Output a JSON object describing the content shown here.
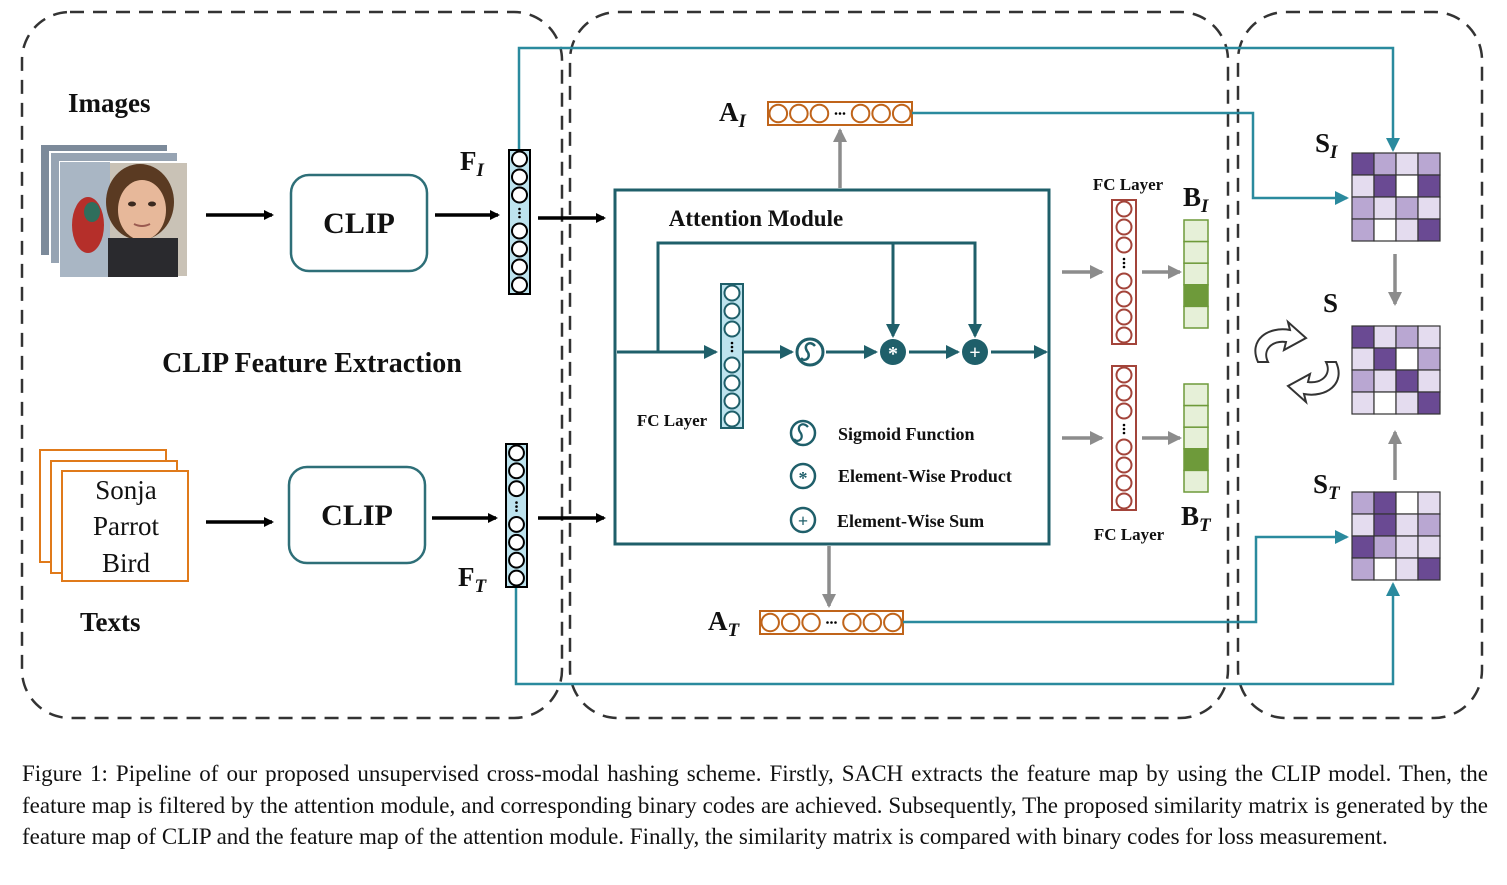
{
  "labels": {
    "images": "Images",
    "texts": "Texts",
    "clip_top": "CLIP",
    "clip_bottom": "CLIP",
    "clip_feature_extraction": "CLIP Feature Extraction",
    "attention_module": "Attention Module",
    "fc_layer_inner": "FC Layer",
    "fc_layer_top": "FC Layer",
    "fc_layer_bottom": "FC Layer",
    "legend_sigmoid": "Sigmoid Function",
    "legend_product": "Element-Wise Product",
    "legend_sum": "Element-Wise Sum",
    "f_image": "F",
    "f_image_sub": "I",
    "f_text": "F",
    "f_text_sub": "T",
    "a_image": "A",
    "a_image_sub": "I",
    "a_text": "A",
    "a_text_sub": "T",
    "b_image": "B",
    "b_image_sub": "I",
    "b_text": "B",
    "b_text_sub": "T",
    "s_image": "S",
    "s_image_sub": "I",
    "s_text": "S",
    "s_text_sub": "T",
    "s_fused": "S",
    "ellipsis": "···"
  },
  "text_card": [
    "Sonja",
    "Parrot",
    "Bird"
  ],
  "caption": "Figure 1: Pipeline of our proposed unsupervised cross-modal hashing scheme. Firstly, SACH extracts the feature map by using the CLIP model. Then, the feature map is filtered by the attention module, and corresponding binary codes are achieved. Subsequently, The proposed similarity matrix is generated by the feature map of CLIP and the feature map of the attention module. Finally, the similarity matrix is compared with binary codes for loss measurement.",
  "colors": {
    "teal": "#2e6f78",
    "teal_arrow": "#2a8a9e",
    "light_blue": "#bde3ee",
    "orange": "#c0641a",
    "red_brown": "#a3443a",
    "green_light": "#e6f0d8",
    "green_dark": "#6e9a3a",
    "purple_dark": "#6a4a93",
    "purple_mid": "#b9a7d2",
    "purple_light": "#e4dcef",
    "gray": "#8c8c8c"
  },
  "matrices": {
    "s_image": [
      [
        3,
        2,
        1,
        2
      ],
      [
        1,
        3,
        0,
        3
      ],
      [
        2,
        1,
        2,
        1
      ],
      [
        2,
        0,
        1,
        3
      ]
    ],
    "s_fused": [
      [
        3,
        1,
        2,
        1
      ],
      [
        1,
        3,
        0,
        2
      ],
      [
        2,
        1,
        3,
        1
      ],
      [
        1,
        0,
        1,
        3
      ]
    ],
    "s_text": [
      [
        2,
        3,
        0,
        1
      ],
      [
        1,
        3,
        1,
        2
      ],
      [
        3,
        2,
        1,
        1
      ],
      [
        2,
        0,
        1,
        3
      ]
    ]
  },
  "binary_codes": {
    "b_image": [
      0,
      0,
      0,
      1,
      0
    ],
    "b_text": [
      0,
      0,
      0,
      1,
      0
    ]
  }
}
